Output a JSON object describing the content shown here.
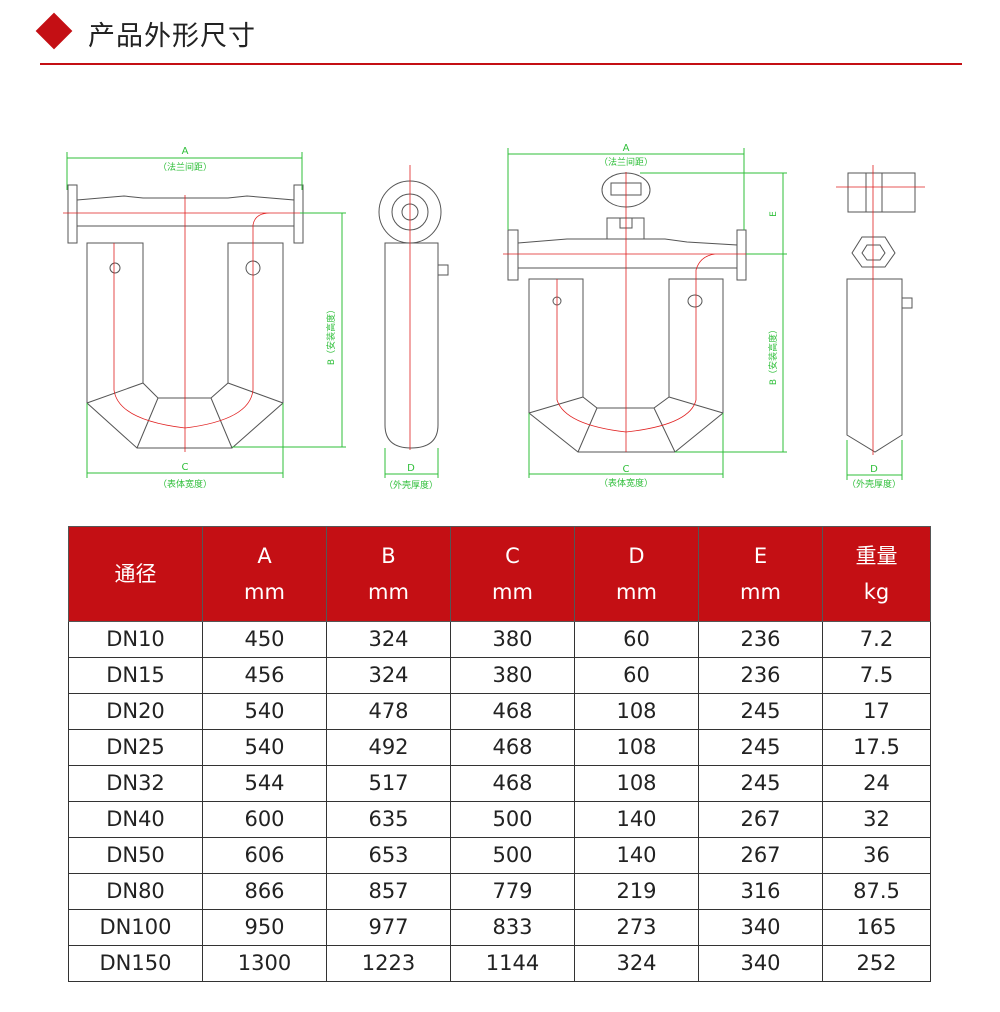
{
  "header": {
    "title": "产品外形尺寸"
  },
  "drawing": {
    "a_label": "A",
    "a_desc": "（法兰间距）",
    "b_label": "B（安装高度）",
    "c_label": "C",
    "c_desc": "（表体宽度）",
    "d_label": "D",
    "d_desc": "（外壳厚度）",
    "e_label": "E",
    "line_color": "#2fbf3a",
    "center_color": "#e02020"
  },
  "table": {
    "headers": [
      {
        "l1": "通径",
        "l2": ""
      },
      {
        "l1": "A",
        "l2": "mm"
      },
      {
        "l1": "B",
        "l2": "mm"
      },
      {
        "l1": "C",
        "l2": "mm"
      },
      {
        "l1": "D",
        "l2": "mm"
      },
      {
        "l1": "E",
        "l2": "mm"
      },
      {
        "l1": "重量",
        "l2": "kg"
      }
    ],
    "rows": [
      [
        "DN10",
        "450",
        "324",
        "380",
        "60",
        "236",
        "7.2"
      ],
      [
        "DN15",
        "456",
        "324",
        "380",
        "60",
        "236",
        "7.5"
      ],
      [
        "DN20",
        "540",
        "478",
        "468",
        "108",
        "245",
        "17"
      ],
      [
        "DN25",
        "540",
        "492",
        "468",
        "108",
        "245",
        "17.5"
      ],
      [
        "DN32",
        "544",
        "517",
        "468",
        "108",
        "245",
        "24"
      ],
      [
        "DN40",
        "600",
        "635",
        "500",
        "140",
        "267",
        "32"
      ],
      [
        "DN50",
        "606",
        "653",
        "500",
        "140",
        "267",
        "36"
      ],
      [
        "DN80",
        "866",
        "857",
        "779",
        "219",
        "316",
        "87.5"
      ],
      [
        "DN100",
        "950",
        "977",
        "833",
        "273",
        "340",
        "165"
      ],
      [
        "DN150",
        "1300",
        "1223",
        "1144",
        "324",
        "340",
        "252"
      ]
    ]
  }
}
